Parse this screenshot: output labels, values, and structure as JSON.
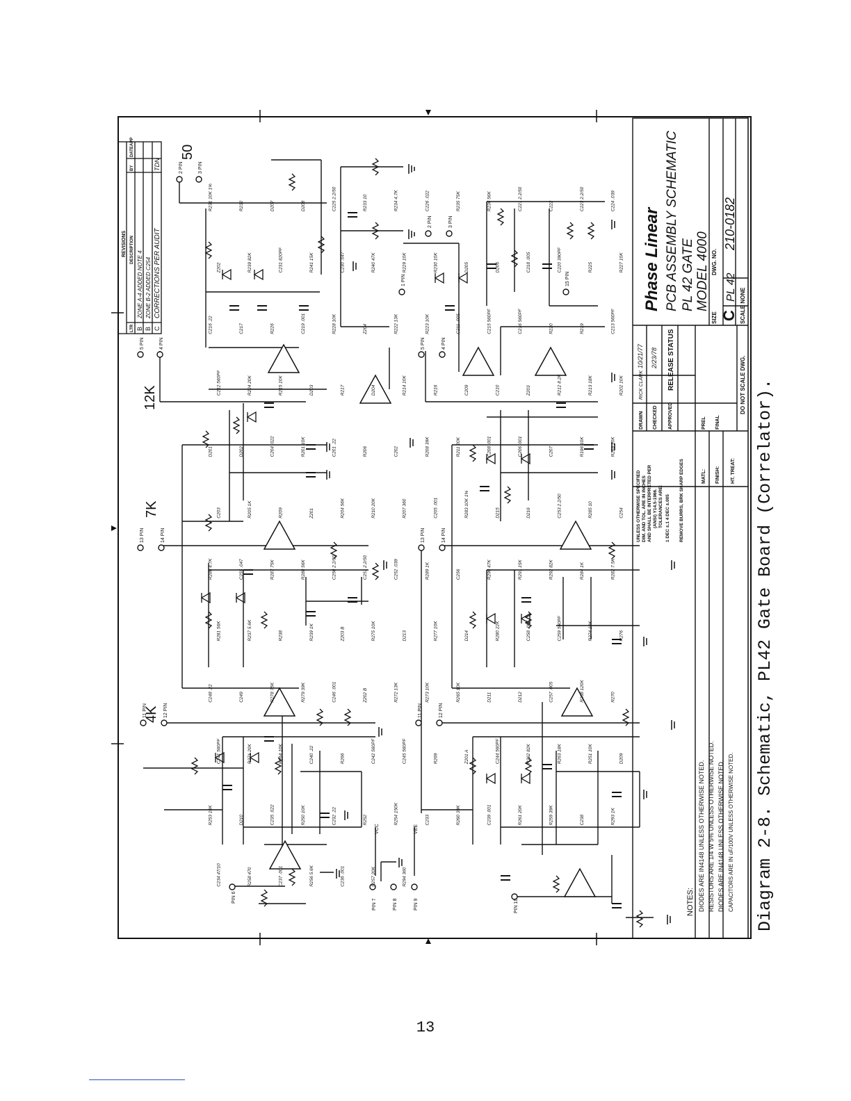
{
  "caption": "Diagram 2-8.   Schematic, PL42 Gate Board (Correlator).",
  "page_number": "13",
  "zones": [
    "50",
    "12K",
    "7K",
    "4K"
  ],
  "revisions": {
    "title": "REVISIONS",
    "headers": [
      "LTR",
      "DESCRIPTION",
      "BY",
      "DATE",
      "APP"
    ],
    "rows": [
      [
        "B",
        "ZONE A-4 ADDED NOTE 4",
        "",
        ""
      ],
      [
        "B",
        "ZONE B-2 ADDED C254",
        "",
        ""
      ],
      [
        "C",
        "CORRECTIONS PER AUDIT",
        "TDN",
        ""
      ]
    ]
  },
  "title_block": {
    "company": "Phase Linear",
    "title_lines": [
      "PCB ASSEMBLY SCHEMATIC",
      "PL 42  GATE",
      "MODEL 4000"
    ],
    "size_label": "SIZE",
    "size": "C",
    "dwg_label": "DWG. NO.",
    "dwg_no": "210-0182",
    "part": "PL 42",
    "scale": "SCALE NONE",
    "release_status": "RELEASE STATUS",
    "do_not_scale": "DO NOT SCALE DWG.",
    "drawn": "DRAWN",
    "checked": "CHECKED",
    "approved": "APPROVED",
    "drawn_by": "RICK CLARK",
    "drawn_date": "10/21/77",
    "checked_date": "2/23/78",
    "prel": "PREL",
    "final": "FINAL",
    "matl": "MATL:",
    "finish": "FINISH:",
    "ht_treat": "HT. TREAT:",
    "tolerance_lines": [
      "UNLESS OTHERWISE SPECIFIED",
      "DIM. AND TOL. ARE IN INCHES",
      "AND SHALL BE INTERPRETED PER",
      "(ANSI) Y14.5-1966.",
      "TOLERANCES ARE:",
      "1 DEC ±.1   4 DEC ±.005",
      "REMOVE BURRS, BRK SHARP EDGES"
    ]
  },
  "notes": {
    "header": "NOTES:",
    "lines": [
      "DIODES ARE IN4148 UNLESS OTHERWISE NOTED.",
      "RESISTORS ARE 1/4 W 5% UNLESS OTHERWISE NOTED.",
      "DIODES ARE IN4148 UNLESS OTHERWISE NOTED.",
      "CAPACITORS ARE IN uF/100V UNLESS OTHERWISE NOTED."
    ]
  },
  "pins": [
    "2 PIN",
    "3 PIN",
    "5 PIN",
    "4 PIN",
    "13 PIN",
    "14 PIN",
    "11 PIN",
    "12 PIN",
    "PIN 6",
    "PIN 7",
    "PIN 8",
    "PIN 9",
    "PIN 10",
    "1 PIN",
    "15 PIN"
  ],
  "supplies": [
    "VCC",
    "VEE"
  ],
  "components": [
    "R231 10K 1%",
    "R232",
    "D207",
    "D208",
    "C225 2.2/50",
    "R233 10",
    "R234 4.7K",
    "C226 .022",
    "R235 75K",
    "R236 56K",
    "C221 2.2/50",
    "C222",
    "C223 2.2/50",
    "C224 .039",
    "Z202",
    "R239 82K",
    "C231 820PF",
    "R241 15K",
    "C230 .047",
    "R240 47K",
    "R229 10K",
    "R230 10K",
    "D205",
    "D206",
    "C218 .005",
    "C220 390PF",
    "R225",
    "R227 10K",
    "C216 .22",
    "C217",
    "R226",
    "C219 .001",
    "R228 10K",
    "Z204",
    "R222 13K",
    "R223 10K",
    "C211 .005",
    "C215 560PF",
    "C216 560PF",
    "R220",
    "R219",
    "C213 560PF",
    "C212 560PF",
    "R224 20K",
    "R215 10K",
    "D203",
    "R217",
    "D204",
    "R214 10K",
    "R216",
    "C209",
    "C210",
    "Z203",
    "R212 8.2K",
    "R213 18K",
    "R202 10K",
    "D201",
    "D202",
    "C204 .022",
    "R201 10K",
    "C201 .22",
    "R206",
    "C202",
    "R208 39K",
    "R211 20K",
    "C208 .001",
    "C206 .001",
    "C207",
    "R196 10K",
    "R203 10K",
    "C203",
    "R205 1K",
    "R209",
    "Z201",
    "R204 56K",
    "R210 20K",
    "R207 360",
    "C205 .001",
    "R283 10K 1%",
    "D215",
    "D216",
    "C253 2.2/50",
    "R285 10",
    "C254",
    "R286 4.7K",
    "C255 .047",
    "R287 75K",
    "R288 56K",
    "C250 2.2/50",
    "C251 2.2/50",
    "C252 .039",
    "R289 1K",
    "C256",
    "R290 47K",
    "R291 15K",
    "R292 82K",
    "R284 1K",
    "R282 7.5K",
    "R281 56K",
    "R237 5.6K",
    "R238",
    "R239 1K",
    "Z203 B",
    "R275 10K",
    "D213",
    "R277 10K",
    "D214",
    "R280 22K",
    "C258 .005",
    "C259 560PF",
    "R274 10K",
    "R276",
    "C248 .22",
    "C249",
    "R278 75K",
    "R279 39K",
    "C246 .001",
    "Z202 B",
    "R272 13K",
    "R273 10K",
    "R265 10K",
    "D211",
    "D212",
    "C257 .005",
    "R268 120K",
    "R270",
    "C241 560PF",
    "R271 20K",
    "R264 10K",
    "C240 .22",
    "R266",
    "C242 560PF",
    "C245 560PF",
    "R269",
    "Z201 A",
    "C244 560PF",
    "R262 82K",
    "R263 18K",
    "R251 10K",
    "D209",
    "R253 10K",
    "D210",
    "C235 .022",
    "R250 10K",
    "C232 .22",
    "R252",
    "R254 150K",
    "C233",
    "R260 39K",
    "C239 .001",
    "R261 20K",
    "R259 39K",
    "C238",
    "R293 1K",
    "C234 47/10",
    "R258 470",
    "C237 .001",
    "R256 5.6K",
    "C236 .001",
    "R257 20K",
    "R294 360"
  ]
}
